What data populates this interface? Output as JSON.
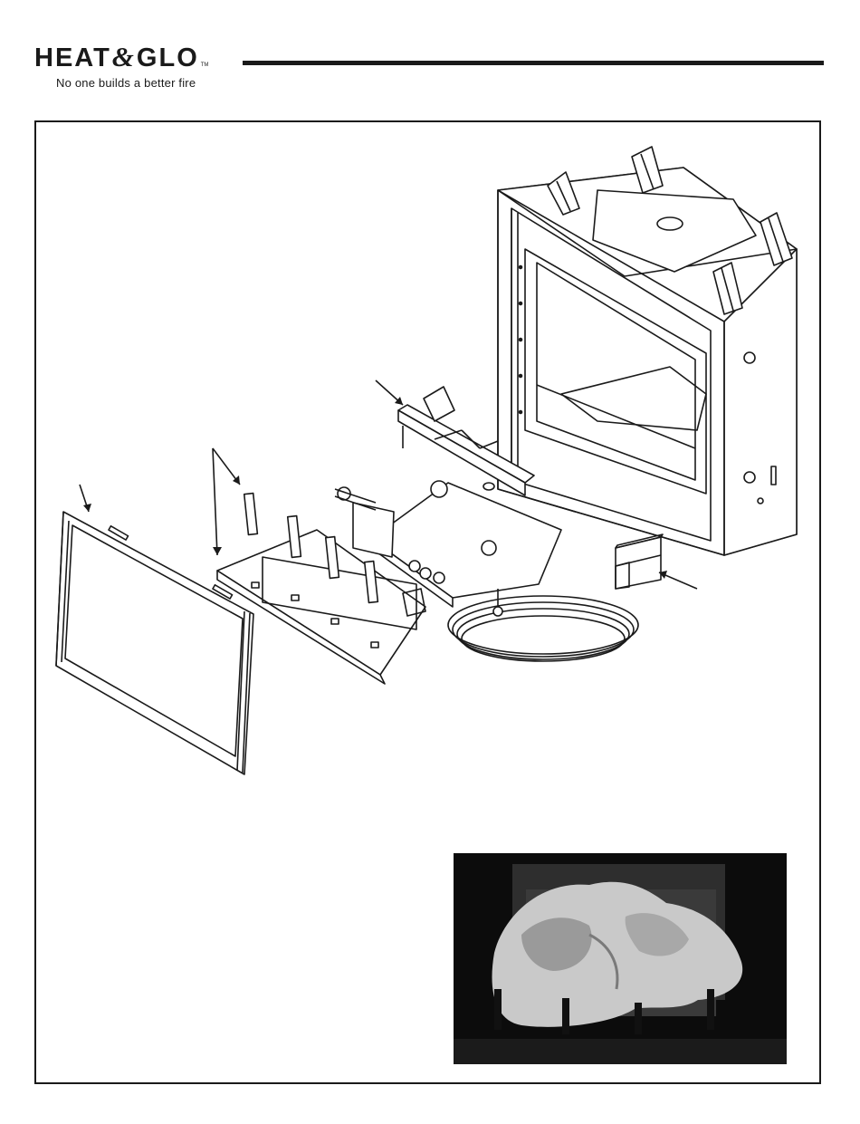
{
  "brand": {
    "name_left": "HEAT",
    "ampersand": "&",
    "name_right": "GLO",
    "trademark": "TM",
    "tagline": "No one builds a better fire"
  },
  "figure": {
    "parts": [
      "firebox-assembly",
      "burner-assembly",
      "valve-assembly",
      "control-module",
      "glass-front",
      "burner-pan-brackets",
      "log-set-photo"
    ],
    "colors": {
      "ink": "#1a1a1a",
      "photo_bg": "#0c0c0c",
      "log": "#c9c9c9"
    }
  }
}
